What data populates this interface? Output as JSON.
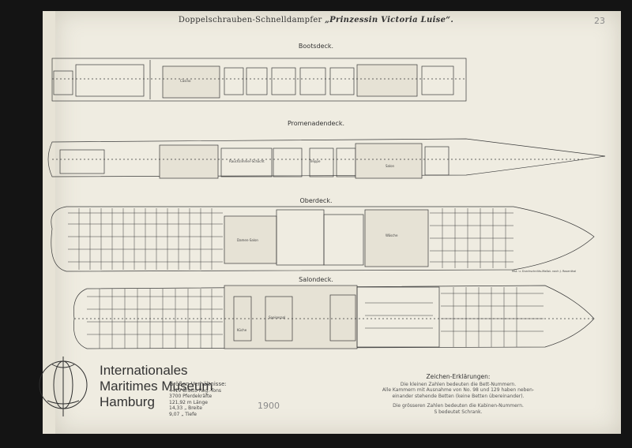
{
  "title_prefix": "Doppelschrauben-Schnelldampfer",
  "ship_name": "„Prinzessin Victoria Luise“.",
  "decks": {
    "boat": "Bootsdeck.",
    "promenade": "Promenadendeck.",
    "upper": "Oberdeck.",
    "saloon": "Salondeck."
  },
  "room_labels": {
    "casino": "Casino",
    "rauchzimmer": "Rauchzimmer-Schacht",
    "treppe": "Treppe",
    "salon": "Salon",
    "damen": "Damen-Salon",
    "wasche": "Wäsche",
    "speise": "Speisesaal",
    "kuche": "Küche"
  },
  "scale_note": "Mst. u. Durchschnitts-Maßst. nach J. Rosenthal",
  "museum": {
    "line1": "Internationales",
    "line2": "Maritimes Museum",
    "line3": "Hamburg"
  },
  "stats": {
    "heading": "Größen-Verhältnisse:",
    "rows": [
      "4419 Brutto Reg.-Tons",
      "3700 Pferdekräfte",
      "121,92 m Länge",
      "14,33 „ Breite",
      "9,07 „ Tiefe"
    ]
  },
  "legend": {
    "heading": "Zeichen-Erklärungen:",
    "line1": "Die kleinen Zahlen bedeuten die Bett-Nummern.",
    "line2": "Alle Kammern mit Ausnahme von No. 98 und 129 haben neben-",
    "line3": "einander stehende Betten (keine Betten übereinander).",
    "line4": "Die grösseren Zahlen bedeuten die Kabinen-Nummern.",
    "line5": "S bedeutet Schrank."
  },
  "pencil": {
    "year": "1900",
    "corner": "23"
  }
}
